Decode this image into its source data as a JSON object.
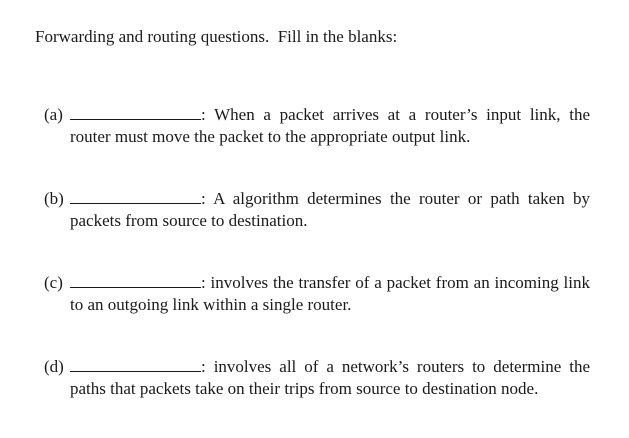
{
  "page": {
    "background_color": "#ffffff",
    "text_color": "#1a1a1a"
  },
  "heading": "Forwarding and routing questions.  Fill in the blanks:",
  "questions": [
    {
      "label": "(a)",
      "blank": "",
      "text": ": When a packet arrives at a router’s input link, the router must move the packet to the appropriate output link."
    },
    {
      "label": "(b)",
      "blank": "",
      "text": ": A algorithm determines the router or path taken by packets from source to destination."
    },
    {
      "label": "(c)",
      "blank": "",
      "text": ": involves the transfer of a packet from an incoming link to an outgoing link within a single router."
    },
    {
      "label": "(d)",
      "blank": "",
      "text": ": involves all of a network’s routers to determine the paths that packets take on their trips from source to destination node."
    }
  ]
}
